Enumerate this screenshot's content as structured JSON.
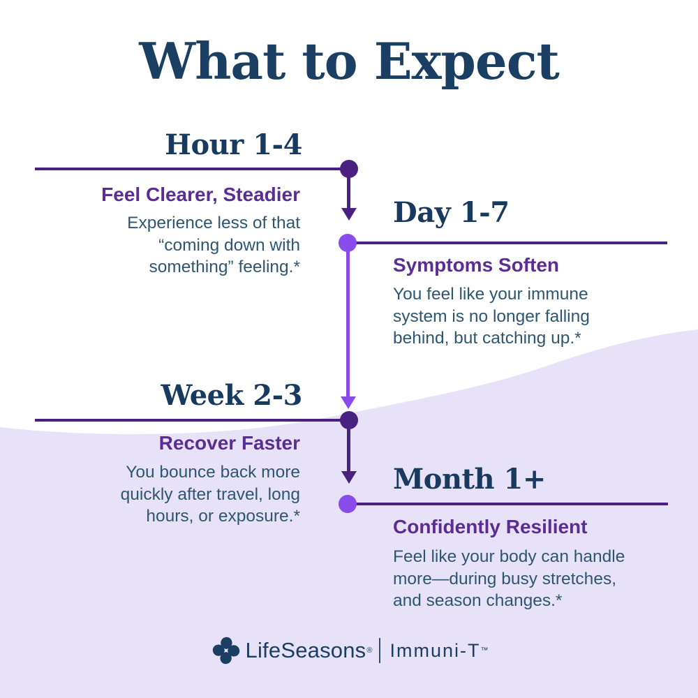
{
  "page": {
    "title": "What to Expect"
  },
  "colors": {
    "navy_heading": "#1b3e63",
    "purple_subheading": "#5b2d92",
    "timeline_dark_purple": "#4a2181",
    "timeline_bright_purple": "#8a4bec",
    "body_text": "#2e5672",
    "lavender_background": "#e8e2f8"
  },
  "milestones": [
    {
      "title": "Hour 1-4",
      "subtitle": "Feel Clearer, Steadier",
      "body": "Experience less of that\n“coming down with\nsomething” feeling.*"
    },
    {
      "title": "Day 1-7",
      "subtitle": "Symptoms Soften",
      "body": "You feel like your immune\nsystem is no longer falling\nbehind, but catching up.*"
    },
    {
      "title": "Week 2-3",
      "subtitle": "Recover Faster",
      "body": "You bounce back more\nquickly after travel, long\nhours, or exposure.*"
    },
    {
      "title": "Month 1+",
      "subtitle": "Confidently Resilient",
      "body": "Feel like your body can handle\nmore—during busy stretches,\nand season changes.*"
    }
  ],
  "footer": {
    "brand": "LifeSeasons",
    "registered": "®",
    "separator": "|",
    "product": "Immuni-T",
    "trademark": "™"
  }
}
